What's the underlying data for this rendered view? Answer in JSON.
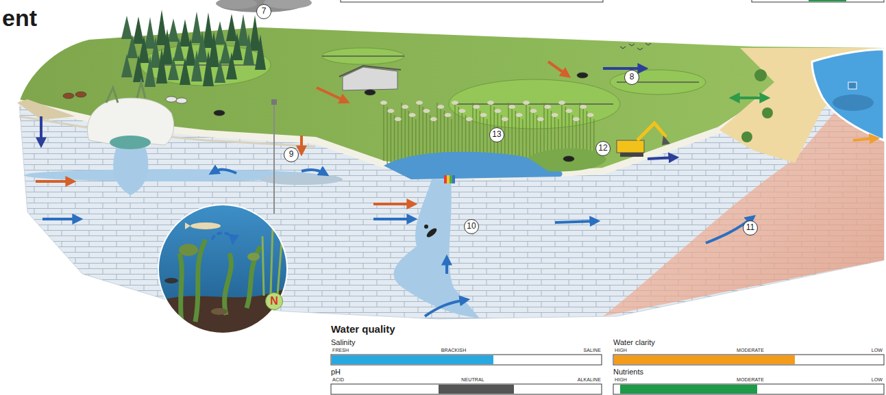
{
  "diagram": {
    "title": "ent",
    "labels": [
      "7",
      "8",
      "9",
      "13",
      "12",
      "10",
      "11",
      "N",
      "Water quality",
      "Salinity",
      "FRESH",
      "BRACKISH",
      "SALINE",
      "Water clarity",
      "HIGH",
      "MODERATE",
      "LOW",
      "pH",
      "ACID",
      "NEUTRAL",
      "ALKALINE",
      "Nutrients",
      "HIGH",
      "MODERATE",
      "LOW"
    ]
  }
}
